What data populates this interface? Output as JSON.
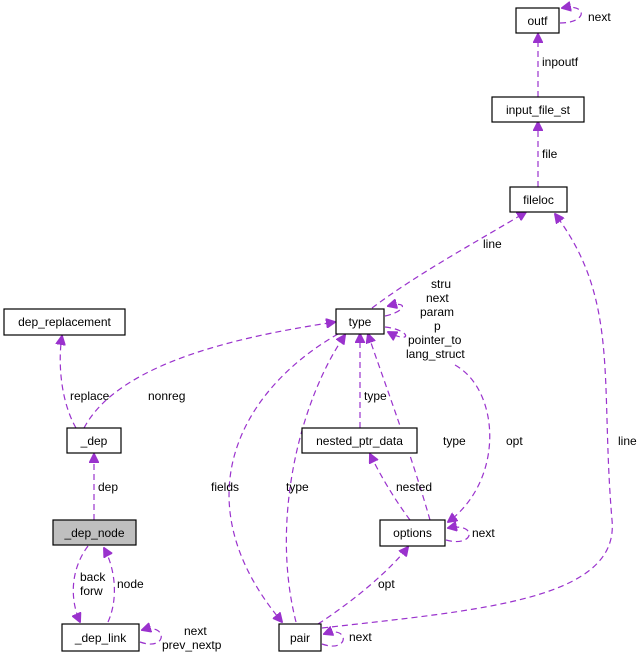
{
  "colors": {
    "edge": "#9a32cd",
    "node_fill": "#ffffff",
    "active_node_fill": "#bfbfbf",
    "node_border": "#000000"
  },
  "nodes": {
    "outf": "outf",
    "input_file_st": "input_file_st",
    "fileloc": "fileloc",
    "type": "type",
    "dep_replacement": "dep_replacement",
    "dep": "_dep",
    "dep_node": "_dep_node",
    "dep_link": "_dep_link",
    "nested_ptr_data": "nested_ptr_data",
    "options": "options",
    "pair": "pair"
  },
  "edge_labels": {
    "outf_next": "next",
    "inpoutf": "inpoutf",
    "file": "file",
    "line_fileloc_type": "line",
    "type_self_stru": "stru",
    "type_self_next": "next",
    "type_self_param": "param",
    "type_self_p": "p",
    "type_self_pointer_to": "pointer_to",
    "type_self_lang_struct": "lang_struct",
    "replace": "replace",
    "nonreg": "nonreg",
    "type_nested": "type",
    "type_options": "type",
    "opt_options_type": "opt",
    "line_fileloc_pair": "line",
    "dep": "dep",
    "fields": "fields",
    "type_pair": "type",
    "nested": "nested",
    "options_next": "next",
    "back": "back",
    "forw": "forw",
    "node": "node",
    "opt_pair_options": "opt",
    "dep_link_next": "next",
    "dep_link_prev_nextp": "prev_nextp",
    "pair_next": "next"
  }
}
